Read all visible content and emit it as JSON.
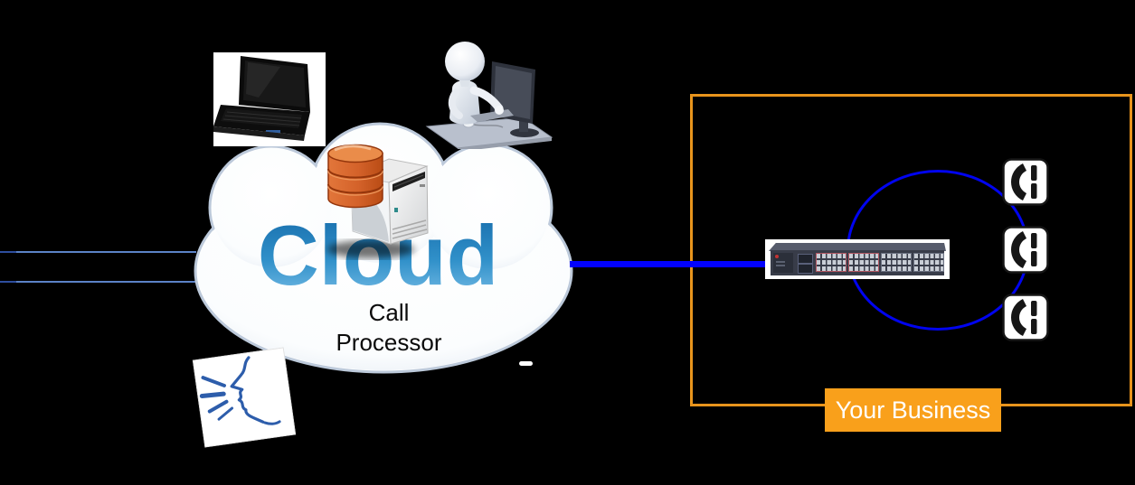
{
  "cloud": {
    "title": "Cloud",
    "subtitle_line1": "Call",
    "subtitle_line2": "Processor",
    "title_gradient_top": "#156aa9",
    "title_gradient_mid": "#3090c9",
    "title_gradient_bottom": "#7cc0e8"
  },
  "business": {
    "label": "Your Business",
    "box_fill": "#f9a01b",
    "border_color": "#e8941c",
    "text_color": "#ffffff"
  },
  "connections": {
    "wan_line_color": "#0202fd",
    "lan_ring_color": "#0104ef",
    "trunk_line_color": "#5b82c6",
    "trunk_line_count": 2
  },
  "icons": {
    "laptop": "laptop-icon",
    "worker": "person-at-computer-icon",
    "database": "database-icon",
    "server": "server-tower-icon",
    "smartphone": "smartphone-icon",
    "speech_note": "voice-sketch-icon",
    "switch": "network-switch-icon",
    "desk_phones": [
      "desk-phone-icon",
      "desk-phone-icon",
      "desk-phone-icon"
    ]
  },
  "colors": {
    "background": "#000000",
    "cloud_edge": "#bcc9da",
    "database_orange": "#d96a2e"
  }
}
